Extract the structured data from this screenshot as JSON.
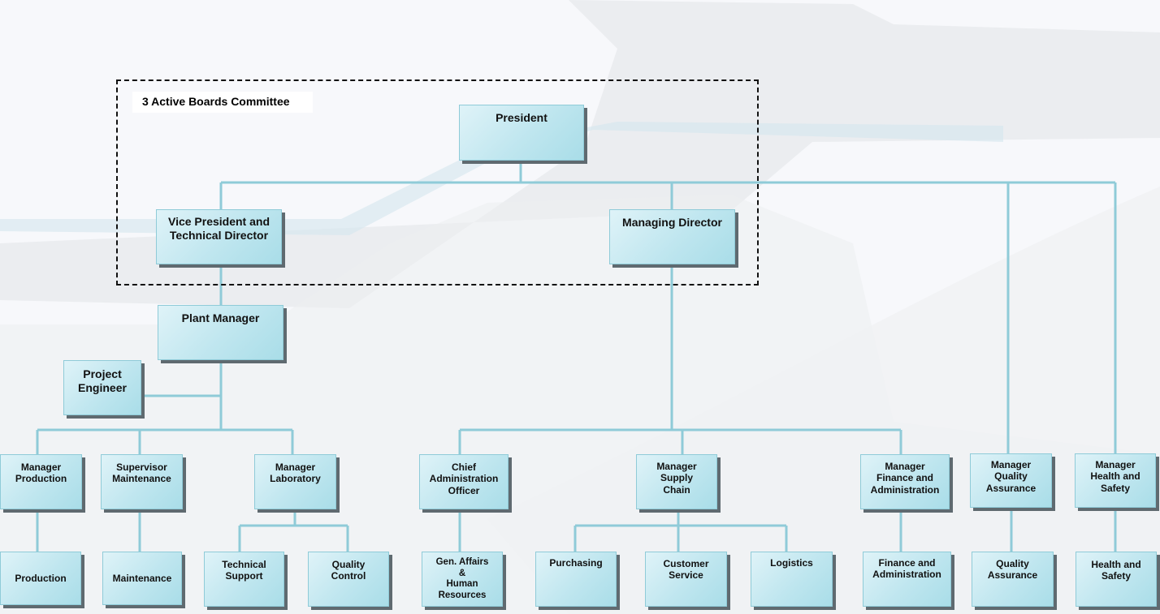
{
  "committee": {
    "label": "3 Active Boards Committee"
  },
  "nodes": {
    "president": "President",
    "vp_technical_director": "Vice President and\nTechnical Director",
    "managing_director": "Managing Director",
    "plant_manager": "Plant Manager",
    "project_engineer": "Project\nEngineer",
    "manager_production": "Manager\nProduction",
    "supervisor_maintenance": "Supervisor\nMaintenance",
    "manager_laboratory": "Manager\nLaboratory",
    "chief_administration_officer": "Chief\nAdministration\nOfficer",
    "manager_supply_chain": "Manager\nSupply\nChain",
    "manager_finance_administration": "Manager\nFinance and\nAdministration",
    "manager_quality_assurance": "Manager\nQuality\nAssurance",
    "manager_health_safety": "Manager\nHealth and\nSafety",
    "production": "Production",
    "maintenance": "Maintenance",
    "technical_support": "Technical\nSupport",
    "quality_control": "Quality\nControl",
    "gen_affairs_hr": "Gen. Affairs\n&\nHuman\nResources",
    "purchasing": "Purchasing",
    "customer_service": "Customer\nService",
    "logistics": "Logistics",
    "finance_administration": "Finance and\nAdministration",
    "quality_assurance": "Quality\nAssurance",
    "health_safety": "Health and\nSafety"
  }
}
